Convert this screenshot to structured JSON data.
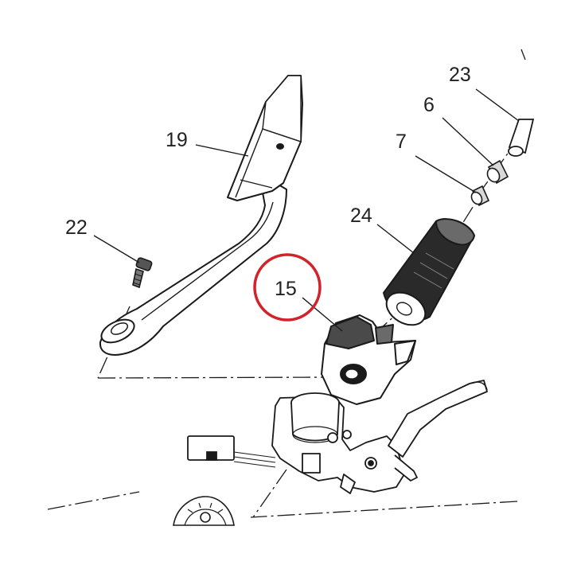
{
  "diagram": {
    "callouts": [
      {
        "id": "19",
        "label": "19"
      },
      {
        "id": "22",
        "label": "22"
      },
      {
        "id": "15",
        "label": "15",
        "highlighted": true
      },
      {
        "id": "24",
        "label": "24"
      },
      {
        "id": "7",
        "label": "7"
      },
      {
        "id": "6",
        "label": "6"
      },
      {
        "id": "23",
        "label": "23"
      }
    ],
    "highlight_color": "#d2232a",
    "line_color": "#1a1a1a"
  }
}
